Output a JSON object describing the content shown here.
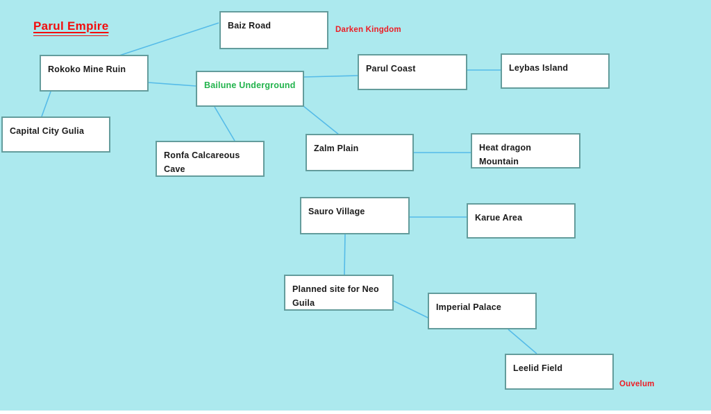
{
  "title": "Parul Empire",
  "region_labels": [
    {
      "text": "Darken Kingdom"
    },
    {
      "text": "Ouvelum"
    }
  ],
  "nodes": [
    {
      "id": "baiz-road",
      "label": "Baiz Road"
    },
    {
      "id": "rokoko-mine-ruin",
      "label": "Rokoko Mine Ruin"
    },
    {
      "id": "bailune-underground",
      "label": "Bailune Underground",
      "text_color": "#22b34c"
    },
    {
      "id": "parul-coast",
      "label": "Parul Coast"
    },
    {
      "id": "leybas-island",
      "label": "Leybas Island"
    },
    {
      "id": "capital-city-gulia",
      "label": "Capital City Gulia"
    },
    {
      "id": "ronfa-calcareous-cave",
      "label": "Ronfa Calcareous Cave"
    },
    {
      "id": "zalm-plain",
      "label": "Zalm Plain"
    },
    {
      "id": "heat-dragon-mountain",
      "label": "Heat dragon Mountain"
    },
    {
      "id": "sauro-village",
      "label": "Sauro Village"
    },
    {
      "id": "karue-area",
      "label": "Karue Area"
    },
    {
      "id": "planned-site-neo-guila",
      "label": "Planned site for Neo Guila"
    },
    {
      "id": "imperial-palace",
      "label": "Imperial Palace"
    },
    {
      "id": "leelid-field",
      "label": "Leelid Field"
    }
  ],
  "edges": [
    {
      "from": "baiz-road",
      "to": "rokoko-mine-ruin"
    },
    {
      "from": "rokoko-mine-ruin",
      "to": "bailune-underground"
    },
    {
      "from": "rokoko-mine-ruin",
      "to": "capital-city-gulia"
    },
    {
      "from": "bailune-underground",
      "to": "parul-coast"
    },
    {
      "from": "parul-coast",
      "to": "leybas-island"
    },
    {
      "from": "bailune-underground",
      "to": "ronfa-calcareous-cave"
    },
    {
      "from": "bailune-underground",
      "to": "zalm-plain"
    },
    {
      "from": "zalm-plain",
      "to": "heat-dragon-mountain"
    },
    {
      "from": "sauro-village",
      "to": "karue-area"
    },
    {
      "from": "sauro-village",
      "to": "planned-site-neo-guila"
    },
    {
      "from": "planned-site-neo-guila",
      "to": "imperial-palace"
    },
    {
      "from": "imperial-palace",
      "to": "leelid-field"
    }
  ],
  "colors": {
    "background": "#ace9ee",
    "connection_line": "#55bbe8",
    "node_border": "#639c9c",
    "node_fill": "#ffffff",
    "node_text": "#1a1a1a",
    "accent_red_title": "#f20d0d",
    "accent_red_labels": "#ed1c24",
    "accent_green": "#22b34c"
  }
}
